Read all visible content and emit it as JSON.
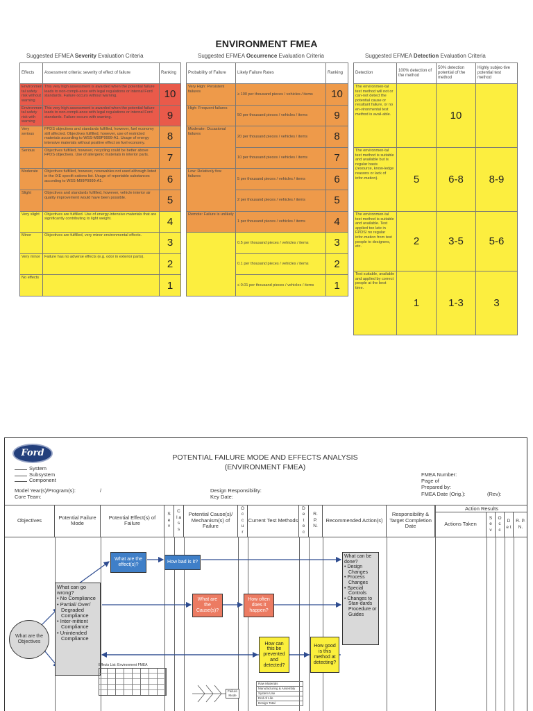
{
  "title": "ENVIRONMENT FMEA",
  "severity": {
    "subtitle_pre": "Suggested EFMEA",
    "subtitle_bold": "Severity",
    "subtitle_post": "Evaluation Criteria",
    "headers": [
      "Effects",
      "Assessment criteria: severity of effect of failure",
      "Ranking"
    ],
    "rows": [
      {
        "effect": "Environmen-tal safety risk without warning",
        "criteria": "This very high assessment is awarded when the potential failure leads to non-compli-ance with legal regulations or internal Ford standards. Failure occurs without warning.",
        "rank": "10",
        "color": "#e95a4a"
      },
      {
        "effect": "Environmen-tal safety risk with warning",
        "criteria": "This very high assessment is awarded when the potential failure leads to non-compli-ance with legal regulations or internal Ford standards. Failure occurs with warning.",
        "rank": "9",
        "color": "#e95a4a"
      },
      {
        "effect": "Very serious",
        "criteria": "FPDS objectives and standards fulfilled, however, fuel economy still affected. Objectives fulfilled, however, use of restricted materials according to WSS-M99P9999-A1. Usage of energy intensive materials without positive effect on fuel economy.",
        "rank": "8",
        "color": "#ee9a4a"
      },
      {
        "effect": "Serious",
        "criteria": "Objectives fulfilled, however, recycling could be better above FPDS objectives. Use of allergenic materials in interior parts.",
        "rank": "7",
        "color": "#ee9a4a"
      },
      {
        "effect": "Moderate",
        "criteria": "Objectives fulfilled, however, renewables not used although listed in the IXE specifi-cations list. Usage of reportable substances according to WSS-M99P9999-A1.",
        "rank": "6",
        "color": "#ee9a4a"
      },
      {
        "effect": "Slight",
        "criteria": "Objectives and standards fulfilled, however, vehicle interior air quality improvement would have been possible.",
        "rank": "5",
        "color": "#ee9a4a"
      },
      {
        "effect": "Very slight",
        "criteria": "Objectives are fulfilled. Use of energy-intensive materials that are significantly contributing to light weight.",
        "rank": "4",
        "color": "#fcee3f"
      },
      {
        "effect": "Minor",
        "criteria": "Objectives are fulfilled, very minor environmental effects.",
        "rank": "3",
        "color": "#fcee3f"
      },
      {
        "effect": "Very minor",
        "criteria": "Failure has no adverse effects (e.g. odor in exterior parts).",
        "rank": "2",
        "color": "#fcee3f"
      },
      {
        "effect": "No effects",
        "criteria": "",
        "rank": "1",
        "color": "#fcee3f"
      }
    ]
  },
  "occurrence": {
    "subtitle_pre": "Suggested EFMEA",
    "subtitle_bold": "Occurrence",
    "subtitle_post": "Evaluation Criteria",
    "headers": [
      "Probability of Failure",
      "Likely Failure Rates",
      "Ranking"
    ],
    "groups": [
      {
        "label": "Very High: Persistent failures",
        "span": 1
      },
      {
        "label": "High: Frequent failures",
        "span": 1
      },
      {
        "label": "Moderate: Occasional failures",
        "span": 2
      },
      {
        "label": "Low: Relatively few failures",
        "span": 2
      },
      {
        "label": "Remote: Failure is unlikely",
        "span": 1
      },
      {
        "label": "",
        "span": 3
      }
    ],
    "rows": [
      {
        "rate": "≥ 100 per thousand pieces / vehicles / items",
        "rank": "10",
        "color": "#ee9a4a"
      },
      {
        "rate": "50 per thousand pieces / vehicles / items",
        "rank": "9",
        "color": "#ee9a4a"
      },
      {
        "rate": "20 per thousand pieces / vehicles / items",
        "rank": "8",
        "color": "#ee9a4a"
      },
      {
        "rate": "10 per thousand pieces / vehicles / items",
        "rank": "7",
        "color": "#ee9a4a"
      },
      {
        "rate": "5 per thousand pieces / vehicles / items",
        "rank": "6",
        "color": "#ee9a4a"
      },
      {
        "rate": "2 per thousand pieces / vehicles / items",
        "rank": "5",
        "color": "#ee9a4a"
      },
      {
        "rate": "1 per thousand pieces / vehicles / items",
        "rank": "4",
        "color": "#ee9a4a"
      },
      {
        "rate": "0.5 per thousand pieces / vehicles / items",
        "rank": "3",
        "color": "#fcee3f"
      },
      {
        "rate": "0.1 per thousand pieces / vehicles / items",
        "rank": "2",
        "color": "#fcee3f"
      },
      {
        "rate": "≤ 0.01 per thousand pieces / vehicles / items",
        "rank": "1",
        "color": "#fcee3f"
      }
    ]
  },
  "detection": {
    "subtitle_pre": "Suggested EFMEA",
    "subtitle_bold": "Detection",
    "subtitle_post": "Evaluation Criteria",
    "headers": [
      "Detection",
      "100% detection of the method",
      "50% detection potential of the method",
      "Highly subjec-tive potential test method"
    ],
    "rows": [
      {
        "text": "The environmen-tal test method will not or can-not detect the potential cause or resultant failure, or no en-vironmental test method is avail-able.",
        "v1": "",
        "v2": "10",
        "v3": ""
      },
      {
        "text": "The environmen-tal test method is suitable and available but is regular basis (resource, know-ledge reasons or lack of infor-mation).",
        "v1": "5",
        "v2": "6-8",
        "v3": "8-9"
      },
      {
        "text": "The environmen-tal test method is suitable and available. Test applied too late in FPDS/ no regular infor-mation from test people to designers, etc.",
        "v1": "2",
        "v2": "3-5",
        "v3": "5-6"
      },
      {
        "text": "Test suitable, available and applied by correct people at the best time.",
        "v1": "1",
        "v2": "1-3",
        "v3": "3"
      }
    ]
  },
  "form": {
    "logo": "Ford",
    "title1": "POTENTIAL FAILURE MODE AND EFFECTS ANALYSIS",
    "title2": "(ENVIRONMENT FMEA)",
    "check_items": [
      "System",
      "Subsystem",
      "Component"
    ],
    "model_year": "Model Year(s)/Program(s):",
    "model_slash": "/",
    "core_team": "Core Team:",
    "design_resp": "Design Responsibility:",
    "key_date": "Key Date:",
    "fmea_number": "FMEA Number:",
    "page": "Page     of",
    "prepared_by": "Prepared by:",
    "fmea_date": "FMEA Date (Orig.):",
    "rev": "(Rev):",
    "columns": [
      "Objectives",
      "Potential Failure Mode",
      "Potential Effect(s) of Failure",
      "S e v",
      "C l a s s",
      "Potential Cause(s)/ Mechanism(s) of Failure",
      "O c c u r",
      "Current Test Methods",
      "D e t e c",
      "R. P. N.",
      "Recommended Action(s)",
      "Responsibility & Target Completion Date"
    ],
    "action_results": "Action Results",
    "action_cols": [
      "Actions Taken",
      "S e v",
      "O c c",
      "D e t",
      "R. P. N."
    ],
    "boxes": {
      "objectives": "What are the Objectives",
      "can_wrong_title": "What can go wrong?",
      "can_wrong_items": [
        "No Compliance",
        "Partial/ Over/ Degraded Compliance",
        "Inter-mittent Compliance",
        "Unintended Compliance"
      ],
      "effects": "What are the effect(s)?",
      "how_bad": "How bad is it?",
      "causes": "What are the Cause(s)?",
      "how_often": "How often does it happen?",
      "prevented": "How can this be prevented and detected?",
      "how_good": "How good is this method at detecting?",
      "be_done_title": "What can be done?",
      "be_done_items": [
        "Design Changes",
        "Process Changes",
        "Special Controls",
        "Changes to Stan-dards Procedure or Guides"
      ]
    },
    "effects_list_label": "Effects List: Environment FMEA",
    "cause_list": [
      "Raw Materials",
      "Manufacturing & Assembly",
      "System Use",
      "End of Life",
      "Design Total"
    ],
    "failure_mode_label": "Failure Mode"
  }
}
